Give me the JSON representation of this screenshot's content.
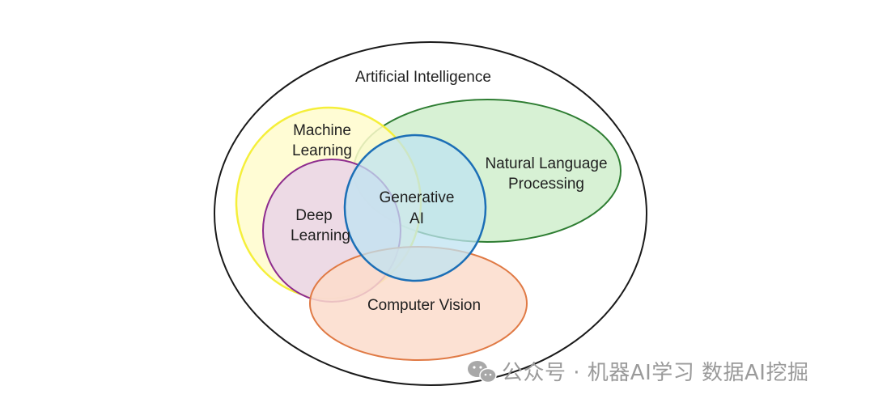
{
  "diagram": {
    "ai": {
      "label": "Artificial Intelligence"
    },
    "ml": {
      "line1": "Machine",
      "line2": "Learning",
      "color": "#f5ef3a"
    },
    "nlp": {
      "line1": "Natural Language",
      "line2": "Processing",
      "color": "#2e7d32"
    },
    "dl": {
      "line1": "Deep",
      "line2": "Learning",
      "color": "#8e2c8e"
    },
    "genai": {
      "line1": "Generative",
      "line2": "AI",
      "color": "#1c6fb6"
    },
    "cv": {
      "label": "Computer Vision",
      "color": "#e07a45"
    }
  },
  "watermark": {
    "text": "公众号 · 机器AI学习 数据AI挖掘",
    "icon": "wechat-icon"
  }
}
